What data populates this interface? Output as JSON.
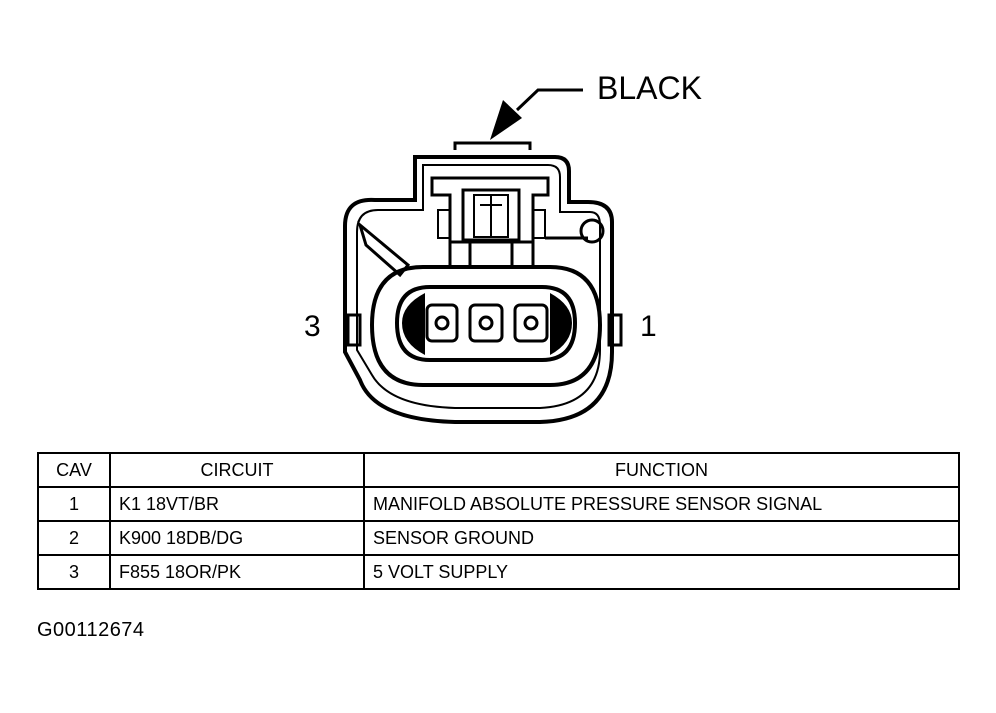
{
  "diagram": {
    "color_label": "BLACK",
    "left_cavity_label": "3",
    "right_cavity_label": "1",
    "stroke_color": "#000000",
    "background_color": "#ffffff"
  },
  "table": {
    "headers": {
      "cav": "CAV",
      "circuit": "CIRCUIT",
      "function": "FUNCTION"
    },
    "rows": [
      {
        "cav": "1",
        "circuit": "K1 18VT/BR",
        "function": "MANIFOLD ABSOLUTE PRESSURE SENSOR SIGNAL"
      },
      {
        "cav": "2",
        "circuit": "K900 18DB/DG",
        "function": "SENSOR GROUND"
      },
      {
        "cav": "3",
        "circuit": "F855 18OR/PK",
        "function": "5 VOLT SUPPLY"
      }
    ]
  },
  "figure_id": "G00112674"
}
